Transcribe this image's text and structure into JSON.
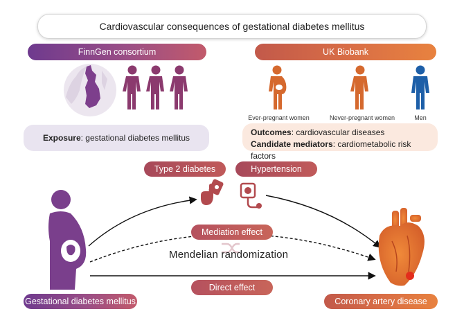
{
  "title": "Cardiovascular consequences of gestational diabetes mellitus",
  "finngen": {
    "header": "FinnGen consortium",
    "exposure_label": "Exposure",
    "exposure_text": ": gestational diabetes mellitus"
  },
  "ukbiobank": {
    "header": "UK Biobank",
    "groups": [
      "Ever-pregnant women",
      "Never-pregnant women",
      "Men"
    ],
    "outcomes_label": "Outcomes",
    "outcomes_text": ": cardiovascular diseases",
    "mediators_label": "Candidate mediators",
    "mediators_text": ": cardiometabolic risk factors"
  },
  "mediators": {
    "t2d": "Type 2 diabetes",
    "hypertension": "Hypertension"
  },
  "flow": {
    "mediation_effect": "Mediation effect",
    "mendelian": "Mendelian randomization",
    "direct_effect": "Direct effect",
    "exposure_node": "Gestational diabetes mellitus",
    "outcome_node": "Coronary artery disease"
  },
  "colors": {
    "purple": "#7a3f8c",
    "plum": "#8b3a6e",
    "orange": "#d5692e",
    "blue": "#1d5fa8",
    "heart_red": "#e32d1c"
  },
  "icons": [
    "finland-map-icon",
    "woman-icon",
    "pregnant-woman-icon",
    "man-icon",
    "glucose-meter-icon",
    "blood-pressure-monitor-icon",
    "heart-icon"
  ]
}
